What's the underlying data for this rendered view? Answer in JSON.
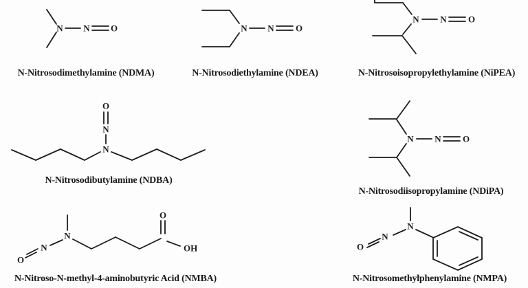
{
  "figure": {
    "background": "#fdfdfd",
    "line_color": "#1c1c1c",
    "text_color": "#1a1a1a"
  },
  "atoms": {
    "nitrogen": "N",
    "oxygen": "O",
    "hydroxyl": "OH"
  },
  "molecules": [
    {
      "name": "NDMA",
      "label": "N-Nitrosodimethylamine (NDMA)"
    },
    {
      "name": "NDEA",
      "label": "N-Nitrosodiethylamine (NDEA)"
    },
    {
      "name": "NiPEA",
      "label": "N-Nitrosoisopropylethylamine (NiPEA)"
    },
    {
      "name": "NDBA",
      "label": "N-Nitrosodibutylamine (NDBA)"
    },
    {
      "name": "NDiPA",
      "label": "N-Nitrosodiisopropylamine (NDiPA)"
    },
    {
      "name": "NMBA",
      "label": "N-Nitroso-N-methyl-4-aminobutyric Acid (NMBA)"
    },
    {
      "name": "NMPA",
      "label": "N-Nitrosomethylphenylamine (NMPA)"
    }
  ]
}
